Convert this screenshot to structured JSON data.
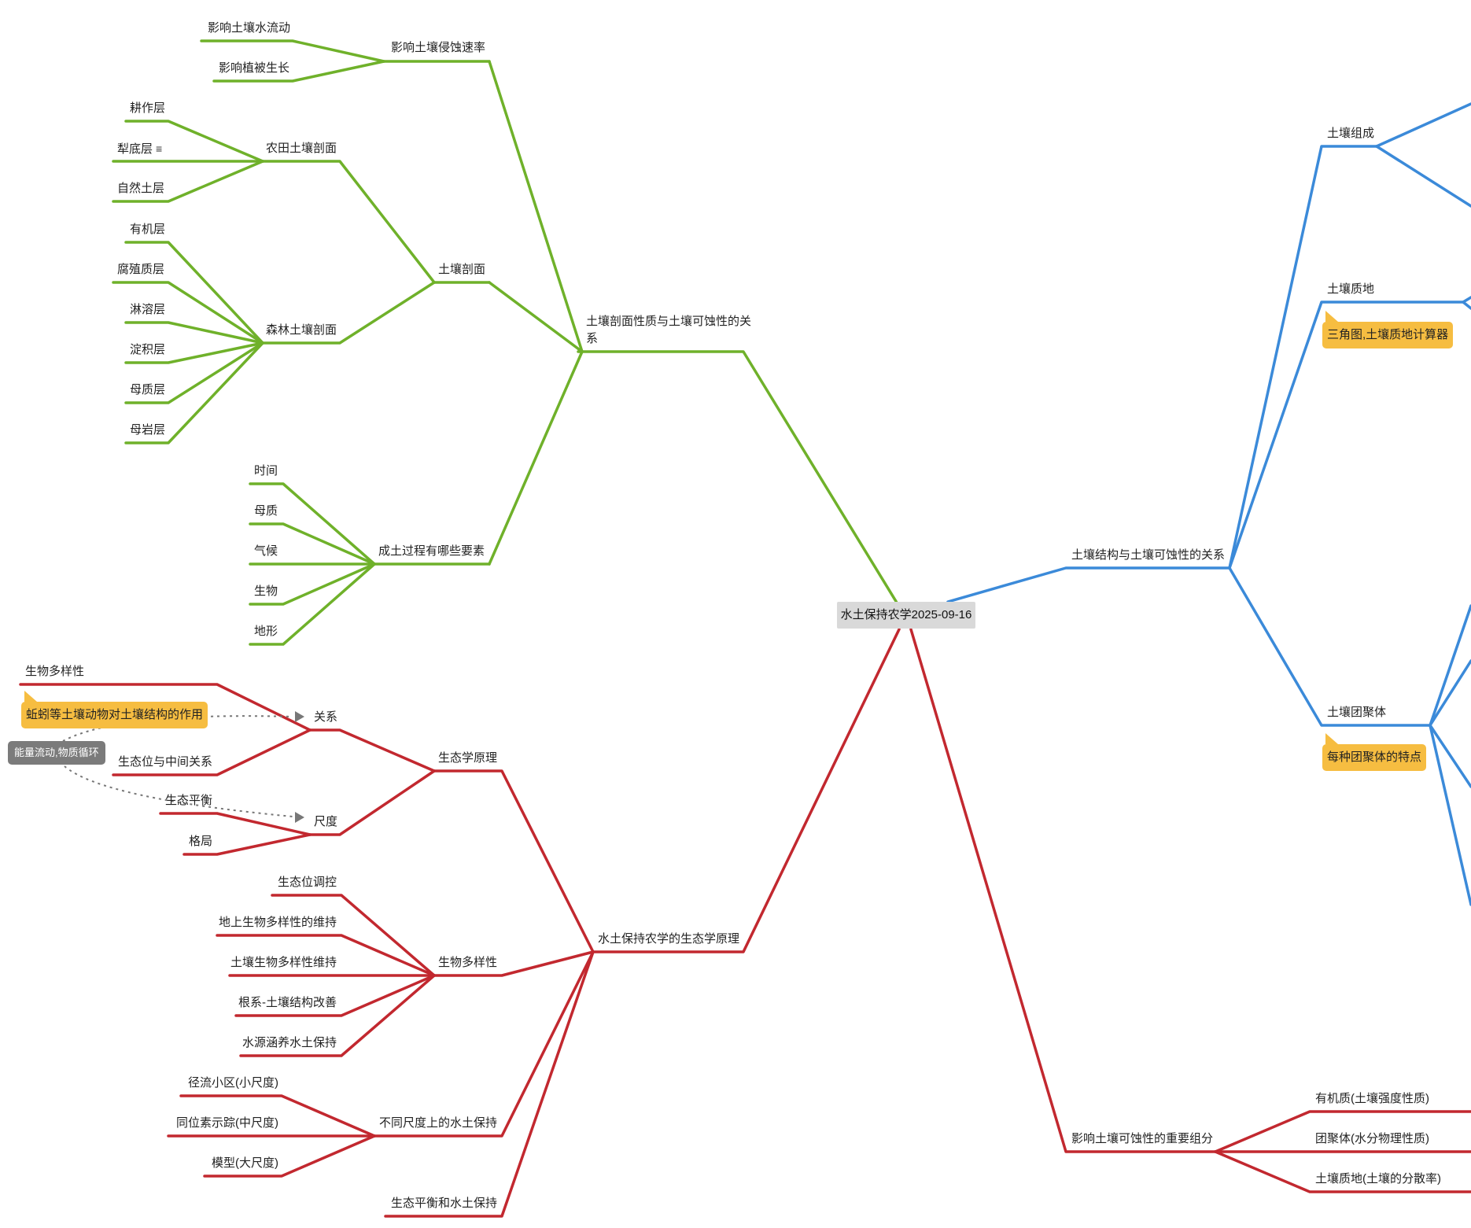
{
  "root": {
    "label": "水土保持农学2025-09-16"
  },
  "colors": {
    "green": "#6fb12a",
    "blue": "#3b8ad9",
    "red": "#c2282f",
    "note": "#f6bd41"
  },
  "green": {
    "main": "土壤剖面性质与土壤可蚀性的关系",
    "erosion_rate": {
      "label": "影响土壤侵蚀速率",
      "children": [
        "影响土壤水流动",
        "影响植被生长"
      ]
    },
    "profile": {
      "label": "土壤剖面",
      "farmland": {
        "label": "农田土壤剖面",
        "children": [
          "耕作层",
          "犁底层",
          "自然土层"
        ]
      },
      "forest": {
        "label": "森林土壤剖面",
        "children": [
          "有机层",
          "腐殖质层",
          "淋溶层",
          "淀积层",
          "母质层",
          "母岩层"
        ]
      }
    },
    "formation": {
      "label": "成土过程有哪些要素",
      "children": [
        "时间",
        "母质",
        "气候",
        "生物",
        "地形"
      ]
    }
  },
  "blue": {
    "main": "土壤结构与土壤可蚀性的关系",
    "composition": "土壤组成",
    "texture": "土壤质地",
    "texture_note": "三角图,土壤质地计算器",
    "aggregate": "土壤团聚体",
    "aggregate_note": "每种团聚体的特点"
  },
  "red": {
    "ecology_main": "水土保持农学的生态学原理",
    "eco_principle": {
      "label": "生态学原理",
      "relation": {
        "label": "关系",
        "children": [
          "生物多样性",
          "生态位与中间关系"
        ]
      },
      "scale": {
        "label": "尺度",
        "children": [
          "生态平衡",
          "格局"
        ]
      }
    },
    "relation_note": "蚯蚓等土壤动物对土壤结构的作用",
    "float_note": "能量流动,物质循环",
    "biodiversity": {
      "label": "生物多样性",
      "children": [
        "生态位调控",
        "地上生物多样性的维持",
        "土壤生物多样性维持",
        "根系-土壤结构改善",
        "水源涵养水土保持"
      ]
    },
    "scales": {
      "label": "不同尺度上的水土保持",
      "children": [
        "径流小区(小尺度)",
        "同位素示踪(中尺度)",
        "模型(大尺度)"
      ]
    },
    "balance": "生态平衡和水土保持",
    "erodibility": {
      "label": "影响土壤可蚀性的重要组分",
      "children": [
        "有机质(土壤强度性质)",
        "团聚体(水分物理性质)",
        "土壤质地(土壤的分散率)"
      ]
    }
  },
  "icons": {
    "notes_icon": "≡"
  }
}
